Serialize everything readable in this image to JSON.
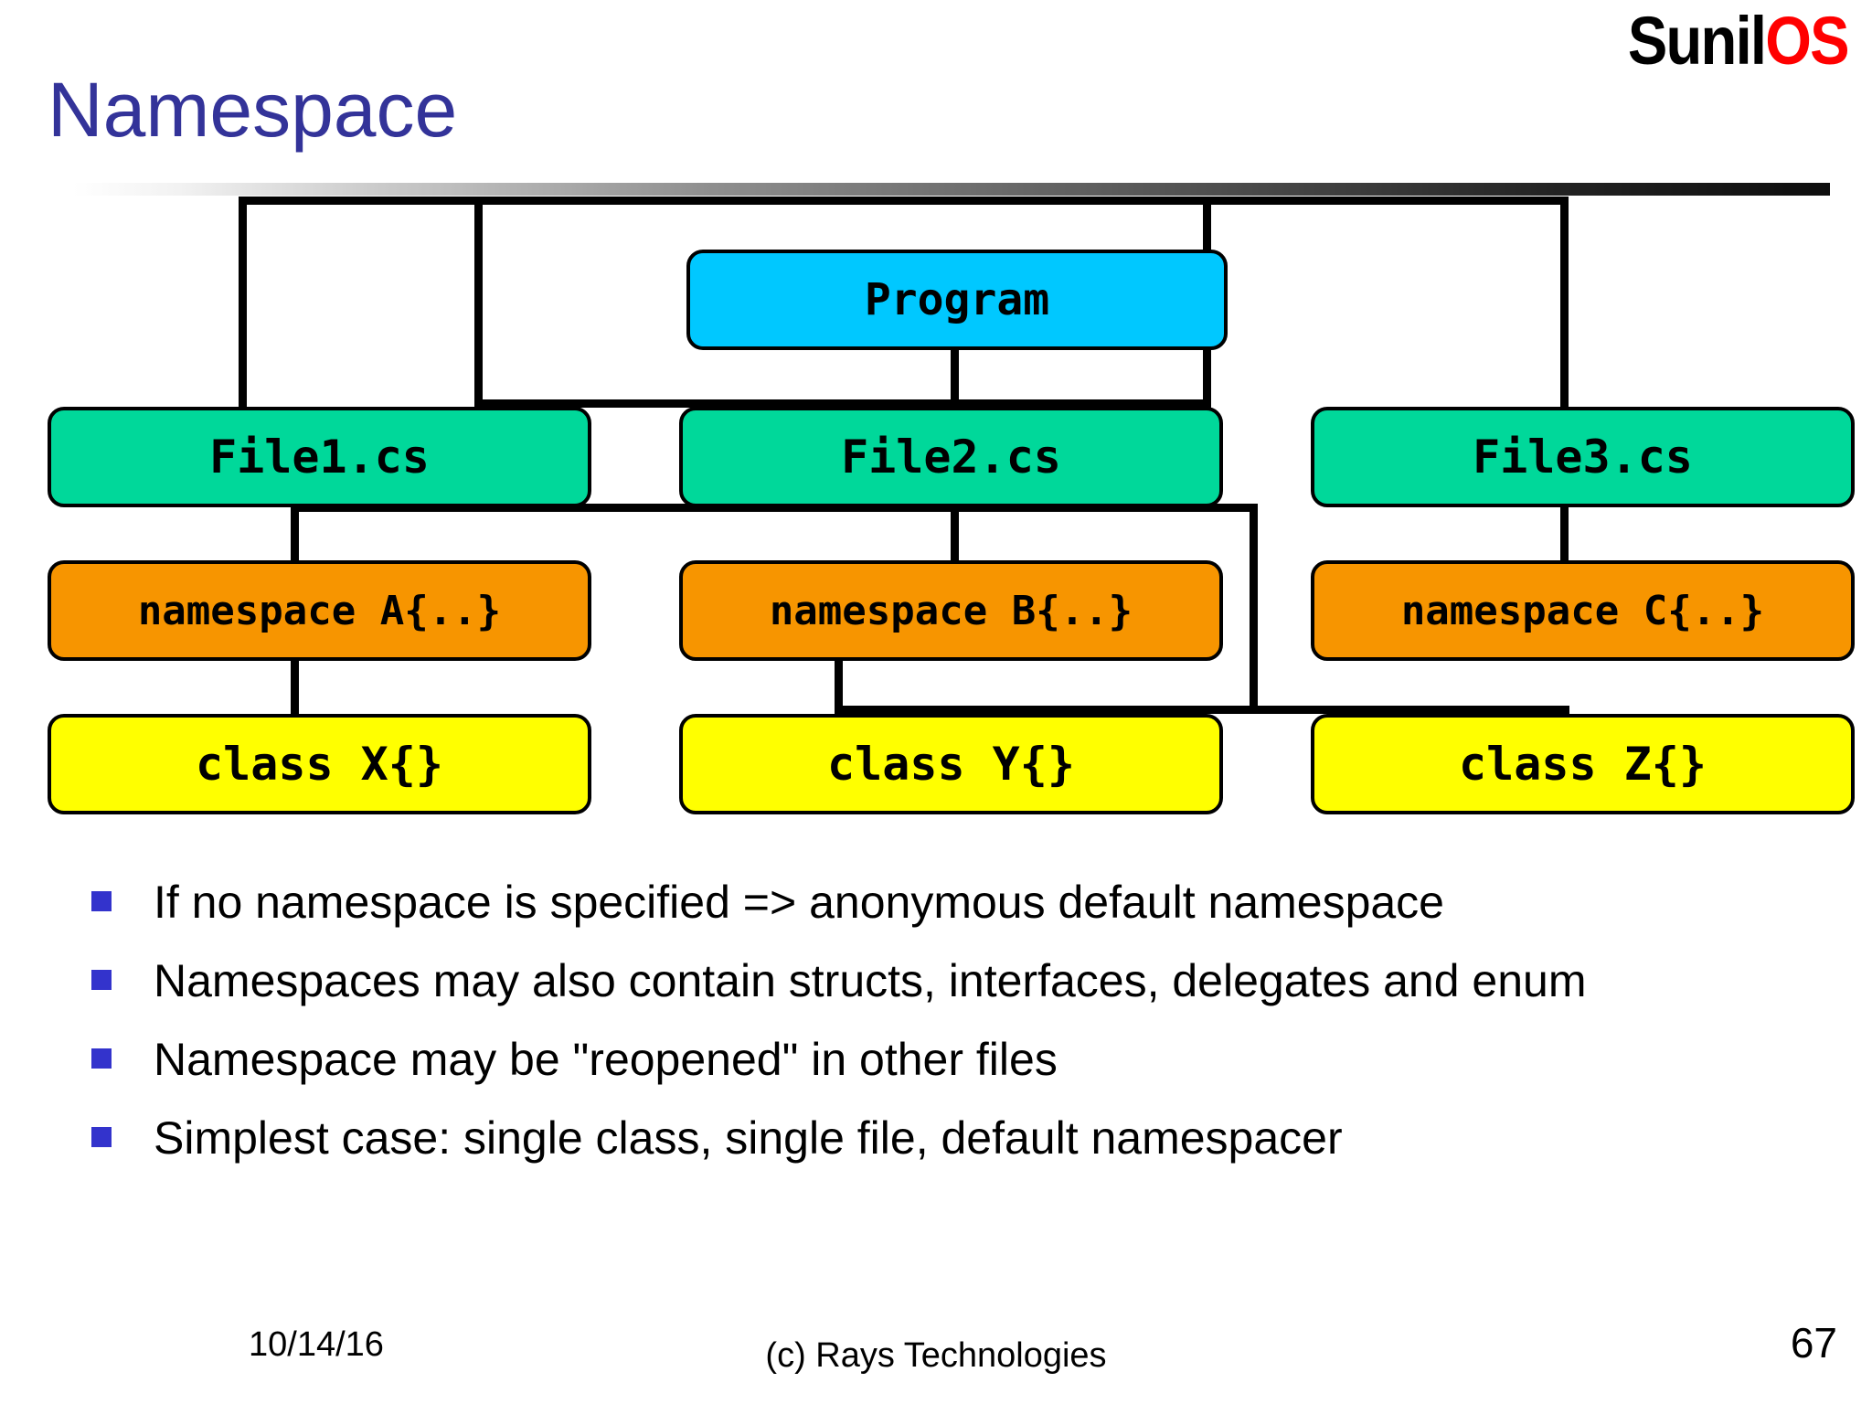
{
  "logo": {
    "primary": "Sunil",
    "accent": "OS",
    "accent_color": "#ff0000"
  },
  "title": "Namespace",
  "title_color": "#333399",
  "diagram": {
    "nodes": [
      {
        "id": "program",
        "label": "Program",
        "type": "program",
        "color": "#00c8ff"
      },
      {
        "id": "file1",
        "label": "File1.cs",
        "type": "file",
        "color": "#00d89a"
      },
      {
        "id": "file2",
        "label": "File2.cs",
        "type": "file",
        "color": "#00d89a"
      },
      {
        "id": "file3",
        "label": "File3.cs",
        "type": "file",
        "color": "#00d89a"
      },
      {
        "id": "namespace-a",
        "label": "namespace A{..}",
        "type": "namespace",
        "color": "#f79500"
      },
      {
        "id": "namespace-b",
        "label": "namespace B{..}",
        "type": "namespace",
        "color": "#f79500"
      },
      {
        "id": "namespace-c",
        "label": "namespace C{..}",
        "type": "namespace",
        "color": "#f79500"
      },
      {
        "id": "class-x",
        "label": "class X{}",
        "type": "klass",
        "color": "#ffff00"
      },
      {
        "id": "class-y",
        "label": "class Y{}",
        "type": "klass",
        "color": "#ffff00"
      },
      {
        "id": "class-z",
        "label": "class Z{}",
        "type": "klass",
        "color": "#ffff00"
      }
    ]
  },
  "bullets": [
    "If no namespace is specified => anonymous default namespace",
    "Namespaces may also contain structs, interfaces, delegates and enum",
    "Namespace may be \"reopened\" in other files",
    "Simplest case: single class, single file, default namespacer"
  ],
  "footer": {
    "date": "10/14/16",
    "center": "(c) Rays Technologies",
    "page": "67"
  }
}
